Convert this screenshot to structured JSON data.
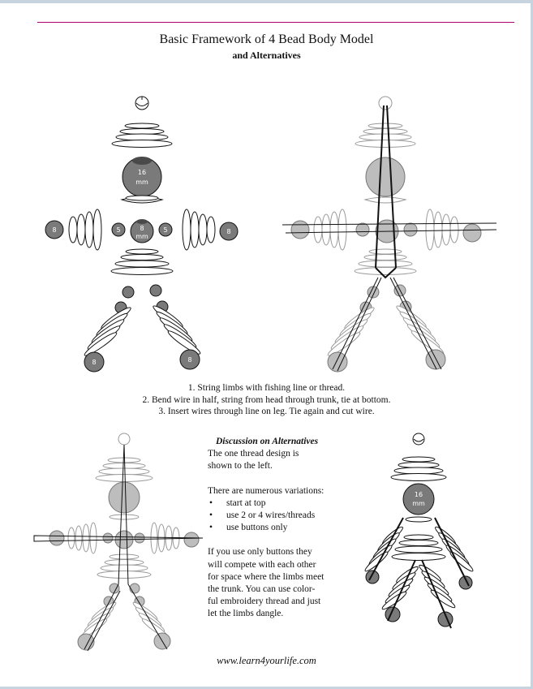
{
  "title": "Basic Framework of 4 Bead Body Model",
  "subtitle": "and Alternatives",
  "steps": [
    "1. String limbs with fishing line or thread.",
    "2. Bend wire in half, string from head through trunk, tie at bottom.",
    "3. Insert wires through line on leg. Tie again and cut wire."
  ],
  "discussion": {
    "heading": "Discussion on Alternatives",
    "para1_line1": "The one thread design is",
    "para1_line2": "shown to the left.",
    "para2": "There are numerous variations:",
    "bullets": [
      "start at top",
      "use 2 or 4 wires/threads",
      "use buttons only"
    ],
    "para3_lines": [
      "If you use only buttons they",
      "will compete with each other",
      "for space where the limbs meet",
      "the trunk.  You can use color-",
      "ful embroidery thread and just",
      "let the limbs dangle."
    ]
  },
  "footer": "www.learn4yourlife.com",
  "bead_labels": {
    "head_size": "16",
    "head_unit": "mm",
    "torso_size": "8",
    "torso_unit": "mm",
    "small": "5",
    "large": "8"
  },
  "colors": {
    "rule": "#b0006e",
    "bead_dark": "#7a7a7a",
    "bead_light": "#bdbdbd"
  }
}
